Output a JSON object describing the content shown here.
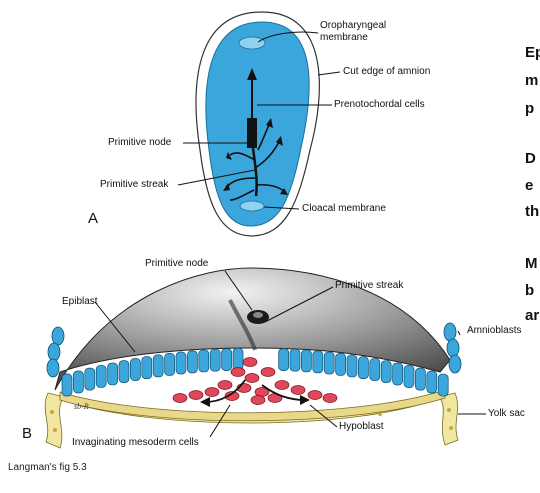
{
  "figure": {
    "panel_a": {
      "letter": "A",
      "labels": {
        "oropharyngeal": "Oropharyngeal membrane",
        "amnion": "Cut edge of amnion",
        "prenotochordal": "Prenotochordal cells",
        "node": "Primitive node",
        "streak": "Primitive streak",
        "cloacal": "Cloacal membrane"
      }
    },
    "panel_b": {
      "letter": "B",
      "signature": "sb-R",
      "labels": {
        "node": "Primitive node",
        "streak": "Primitive streak",
        "epiblast": "Epiblast",
        "amnioblasts": "Amnioblasts",
        "yolk": "Yolk sac",
        "hypoblast": "Hypoblast",
        "mesoderm": "Invaginating mesoderm cells"
      }
    },
    "caption": "Langman's fig 5.3"
  },
  "side_text": [
    "Ep",
    "m",
    "p",
    "D",
    "e",
    "th",
    "M",
    "b",
    "ar"
  ],
  "colors": {
    "embryo_blue": "#3aa6dc",
    "amnion_outline": "#333333",
    "mesoderm_red": "#e0485a",
    "yolk_sac": "#f2e6a3",
    "amnion_gray": "#6e6e6e"
  }
}
